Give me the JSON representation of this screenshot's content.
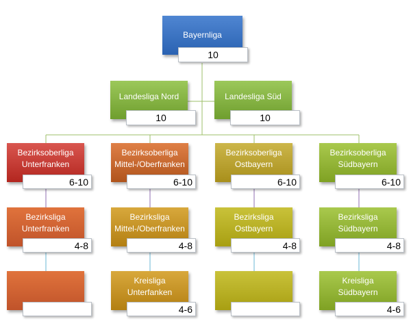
{
  "colors": {
    "line_green": "#9cbf68",
    "line_purple": "#8f6db0",
    "line_cyan": "#6ab7d5"
  },
  "root": {
    "name": "Bayernliga",
    "value": "10"
  },
  "level2": [
    {
      "name": "Landesliga Nord",
      "value": "10"
    },
    {
      "name": "Landesliga Süd",
      "value": "10"
    }
  ],
  "level3": [
    {
      "line1": "Bezirksoberliga",
      "line2": "Unterfranken",
      "value": "6-10"
    },
    {
      "line1": "Bezirksoberliga",
      "line2": "Mittel-/Oberfranken",
      "value": "6-10"
    },
    {
      "line1": "Bezirksoberliga",
      "line2": "Ostbayern",
      "value": "6-10"
    },
    {
      "line1": "Bezirksoberliga",
      "line2": "Südbayern",
      "value": "6-10"
    }
  ],
  "level4": [
    {
      "line1": "Bezirksliga",
      "line2": "Unterfranken",
      "value": "4-8"
    },
    {
      "line1": "Bezirksliga",
      "line2": "Mittel-/Oberfranken",
      "value": "4-8"
    },
    {
      "line1": "Bezirksliga",
      "line2": "Ostbayern",
      "value": "4-8"
    },
    {
      "line1": "Bezirksliga",
      "line2": "Südbayern",
      "value": "4-8"
    }
  ],
  "level5": [
    {
      "line1": "",
      "line2": "",
      "value": ""
    },
    {
      "line1": "Kreisliga",
      "line2": "Unterfanken",
      "value": "4-6"
    },
    {
      "line1": "",
      "line2": "",
      "value": ""
    },
    {
      "line1": "Kreisliga",
      "line2": "Südbayern",
      "value": "4-6"
    }
  ]
}
